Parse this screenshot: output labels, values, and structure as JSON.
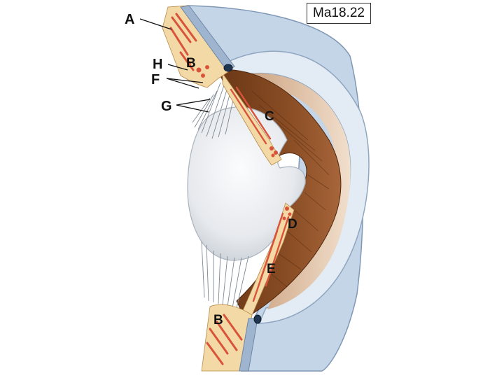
{
  "figure_id": "Ma18.22",
  "labels": {
    "A": "A",
    "B_upper": "B",
    "B_lower": "B",
    "C": "C",
    "D": "D",
    "E": "E",
    "F": "F",
    "G": "G",
    "H": "H"
  },
  "colors": {
    "sclera": "#b9cbe0",
    "cornea": "#dfe8f2",
    "lens": "#e9ecef",
    "iris_brown": "#7a4320",
    "ciliary_tan": "#f2d9a6",
    "muscle_red": "#d9533a",
    "fibers": "#7d8894"
  }
}
